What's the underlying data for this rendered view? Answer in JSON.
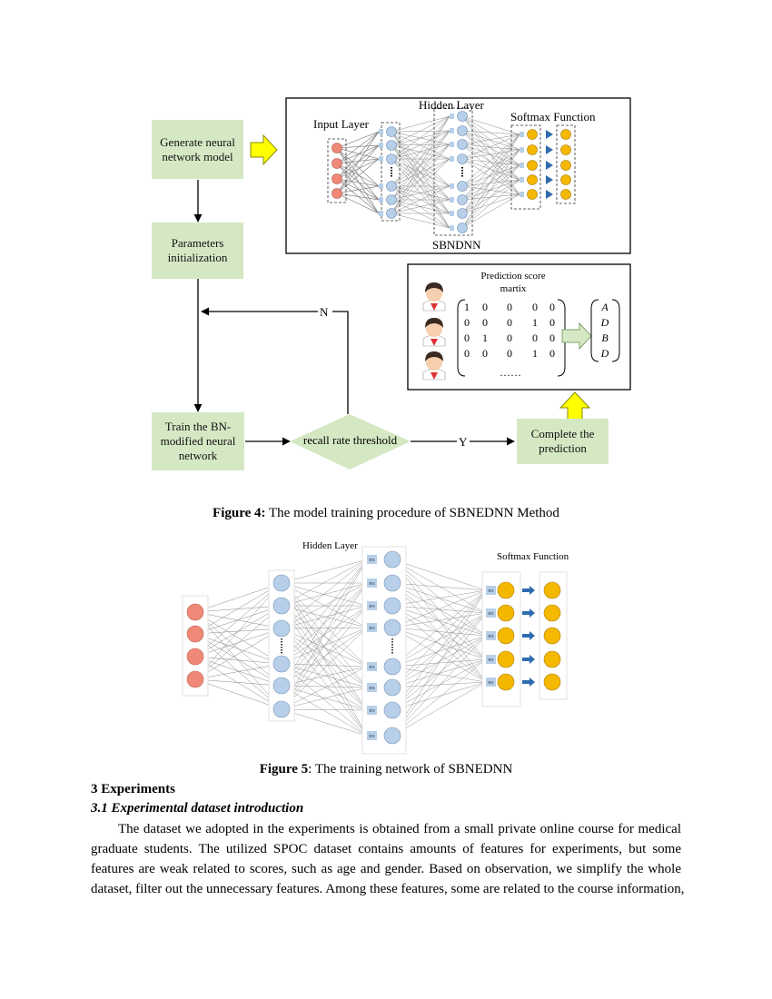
{
  "figure4": {
    "nn_panel": {
      "input_layer": "Input Layer",
      "hidden_layer": "Hidden Layer",
      "softmax": "Softmax Function",
      "sbndnn": "SBNDNN"
    },
    "boxes": {
      "generate": [
        "Generate neural",
        "network model"
      ],
      "params": [
        "Parameters",
        "initialization"
      ],
      "train": [
        "Train the BN-",
        "modified neural",
        "network"
      ],
      "decision": "recall rate threshold",
      "complete": [
        "Complete the",
        "prediction"
      ]
    },
    "labels": {
      "no": "N",
      "yes": "Y"
    },
    "prediction": {
      "title": [
        "Prediction score",
        "martix"
      ],
      "matrix": [
        [
          "1",
          "0",
          "0",
          "0",
          "0"
        ],
        [
          "0",
          "0",
          "0",
          "1",
          "0"
        ],
        [
          "0",
          "1",
          "0",
          "0",
          "0"
        ],
        [
          "0",
          "0",
          "0",
          "1",
          "0"
        ]
      ],
      "ellipsis": "……",
      "answers": [
        "A",
        "D",
        "B",
        "D"
      ]
    },
    "caption_bold": "Figure 4:",
    "caption_text": " The model training procedure of SBNEDNN Method"
  },
  "figure5": {
    "hidden_layer": "Hidden Layer",
    "softmax": "Softmax Function",
    "bn_label": "BN",
    "caption_bold": "Figure 5",
    "caption_text": ": The training network of SBNEDNN"
  },
  "section": {
    "heading": "3 Experiments",
    "subheading": "3.1 Experimental dataset introduction",
    "lines": [
      "The dataset we adopted in the experiments is obtained from a small private online course for medical",
      "graduate students. The utilized SPOC dataset contains amounts of features for experiments, but some",
      "features are weak related to scores, such as age and gender. Based on observation, we simplify the whole",
      "dataset, filter out the unnecessary features. Among these features, some are related to the course information,"
    ]
  },
  "colors": {
    "box_green": "#d5e8c4",
    "input_node": "#f08878",
    "hidden_node": "#b7cfe8",
    "output_node": "#f5b800",
    "arrow_blue": "#2f6bb0",
    "yellow_arrow": "#ffff00"
  }
}
